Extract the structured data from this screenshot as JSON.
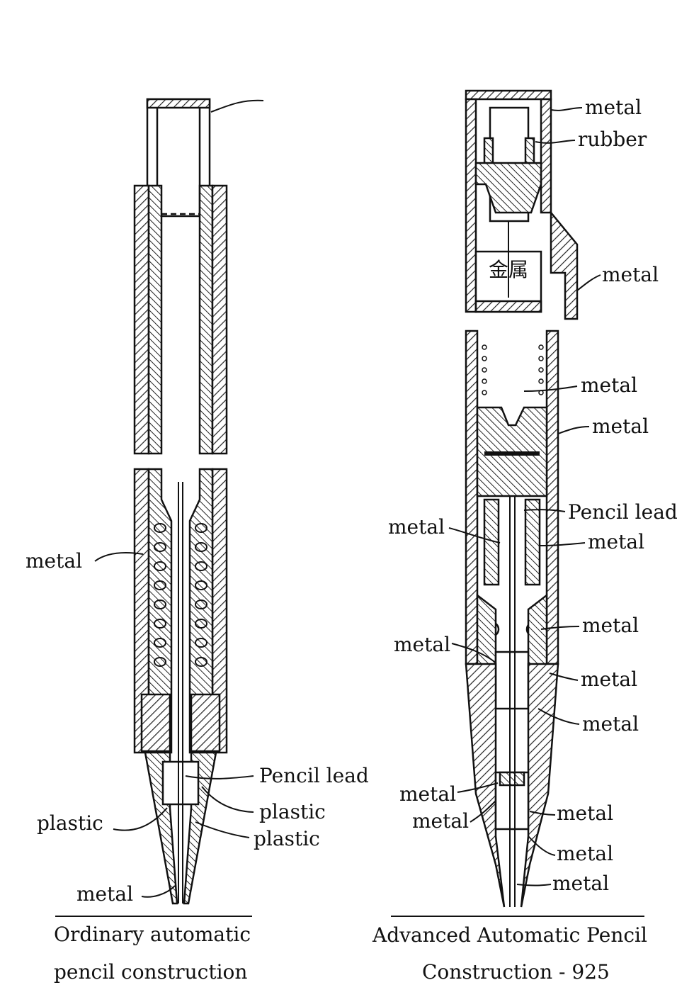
{
  "left": {
    "labels": {
      "metal_spring": "metal",
      "pencil_lead": "Pencil lead",
      "plastic_right_upper": "plastic",
      "plastic_left": "plastic",
      "plastic_right_lower": "plastic",
      "metal_tip": "metal"
    },
    "caption": {
      "line1": "Ordinary automatic",
      "line2": "pencil construction"
    }
  },
  "right": {
    "labels": {
      "cap_metal": "metal",
      "rubber": "rubber",
      "cap_side_metal": "metal",
      "chinese_text": "金属",
      "barrel_metal_1": "metal",
      "barrel_metal_2": "metal",
      "pencil_lead": "Pencil lead",
      "inner_metal_left": "metal",
      "inner_metal_right": "metal",
      "clutch_metal_right": "metal",
      "clutch_metal_left": "metal",
      "sleeve_metal_right_1": "metal",
      "sleeve_metal_right_2": "metal",
      "tip_metal_left_1": "metal",
      "tip_metal_left_2": "metal",
      "tip_metal_right_1": "metal",
      "tip_metal_right_2": "metal",
      "tip_metal_right_3": "metal"
    },
    "caption": {
      "line1": "Advanced Automatic Pencil",
      "line2": "Construction - 925"
    }
  }
}
